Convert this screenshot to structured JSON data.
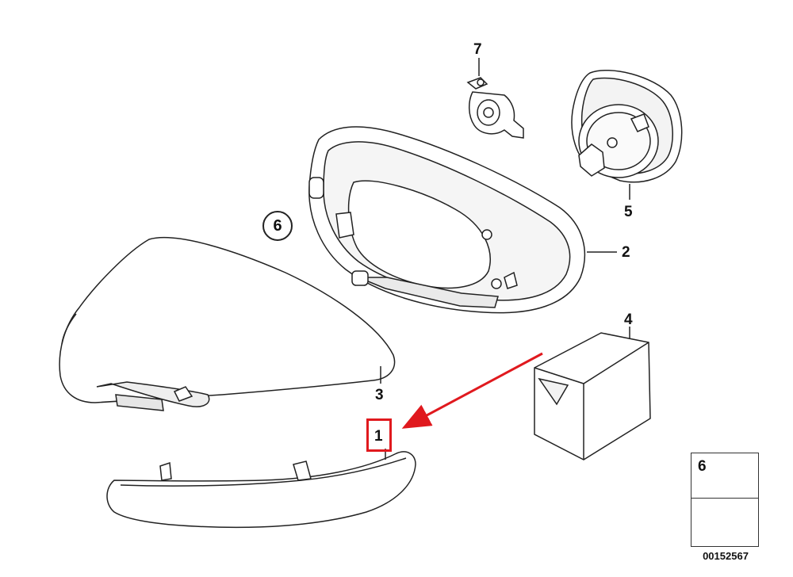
{
  "callouts": {
    "part1": "1",
    "part2": "2",
    "part3": "3",
    "part4": "4",
    "part5": "5",
    "part6": "6",
    "part7": "7",
    "circled6": "6"
  },
  "legend": {
    "number": "6",
    "doc_number": "00152567"
  },
  "colors": {
    "highlight": "#e0191e",
    "line": "#222222"
  }
}
